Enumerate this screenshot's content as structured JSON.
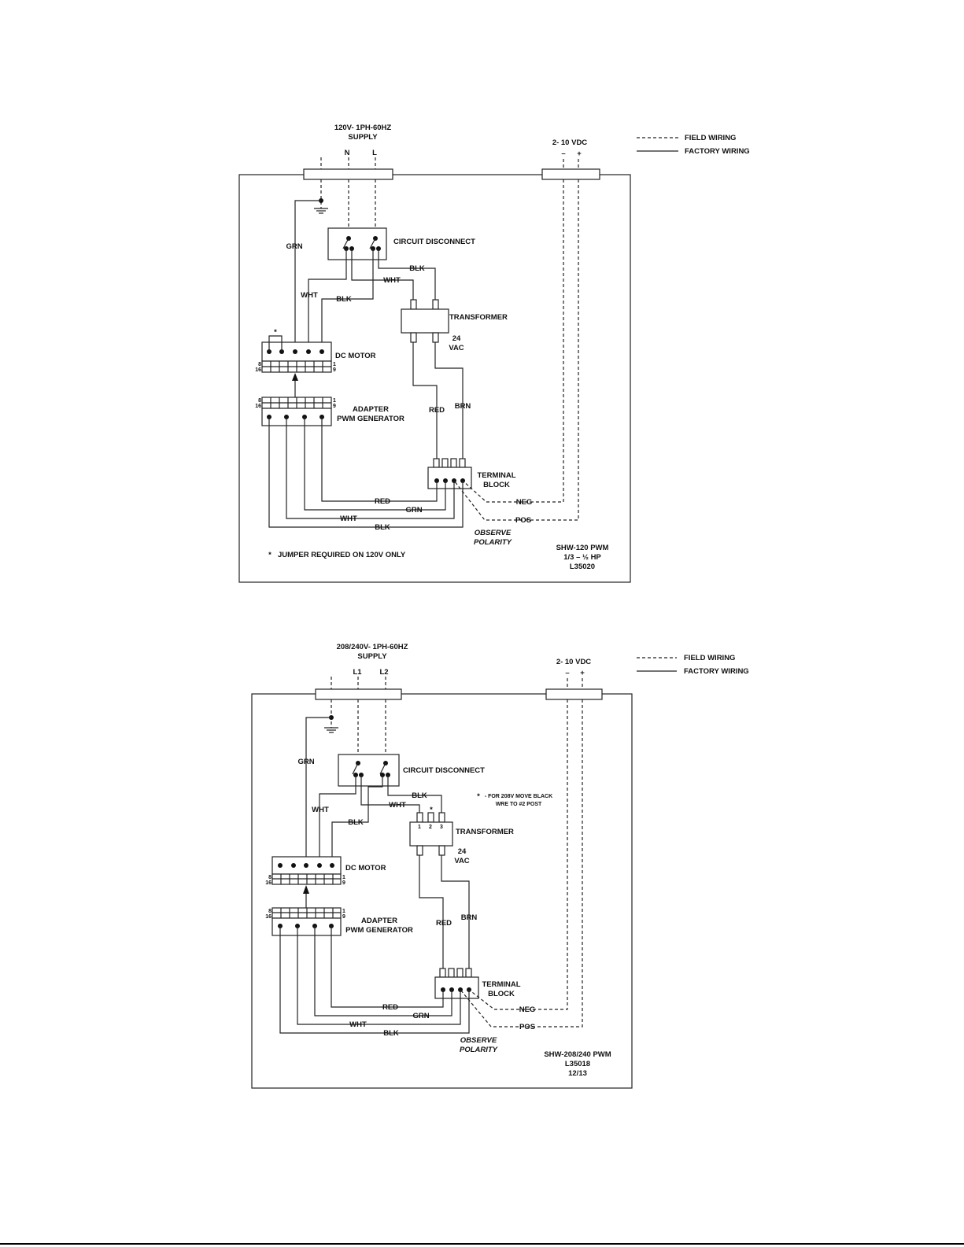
{
  "legend": {
    "field": "FIELD WIRING",
    "factory": "FACTORY WIRING"
  },
  "d1": {
    "supply_line1": "120V- 1PH-60HZ",
    "supply_line2": "SUPPLY",
    "term_n": "N",
    "term_l": "L",
    "vdc": "2- 10 VDC",
    "minus": "–",
    "plus": "+",
    "circuit_disconnect": "CIRCUIT DISCONNECT",
    "transformer": "TRANSFORMER",
    "vac_1": "24",
    "vac_2": "VAC",
    "dc_motor": "DC MOTOR",
    "adapter_1": "ADAPTER",
    "adapter_2": "PWM GENERATOR",
    "terminal_1": "TERMINAL",
    "terminal_2": "BLOCK",
    "neg": "NEG",
    "pos": "POS",
    "observe_1": "OBSERVE",
    "observe_2": "POLARITY",
    "jumper_star": "*",
    "jumper_note": "JUMPER REQUIRED ON 120V ONLY",
    "model_1": "SHW-120 PWM",
    "model_2": "1/3 – ½ HP",
    "model_3": "L35020",
    "pin_8": "8",
    "pin_16": "16",
    "pin_1": "1",
    "pin_9": "9",
    "grn": "GRN",
    "wht": "WHT",
    "blk": "BLK",
    "red": "RED",
    "brn": "BRN"
  },
  "d2": {
    "supply_line1": "208/240V- 1PH-60HZ",
    "supply_line2": "SUPPLY",
    "term_l1": "L1",
    "term_l2": "L2",
    "vdc": "2- 10 VDC",
    "minus": "–",
    "plus": "+",
    "circuit_disconnect": "CIRCUIT DISCONNECT",
    "transformer": "TRANSFORMER",
    "tap_1": "1",
    "tap_2": "2",
    "tap_3": "3",
    "star": "*",
    "note_1": "- FOR 208V MOVE BLACK",
    "note_2": "WRE TO #2 POST",
    "vac_1": "24",
    "vac_2": "VAC",
    "dc_motor": "DC MOTOR",
    "adapter_1": "ADAPTER",
    "adapter_2": "PWM GENERATOR",
    "terminal_1": "TERMINAL",
    "terminal_2": "BLOCK",
    "neg": "NEG",
    "pos": "POS",
    "observe_1": "OBSERVE",
    "observe_2": "POLARITY",
    "model_1": "SHW-208/240 PWM",
    "model_2": "L35018",
    "model_3": "12/13",
    "pin_8": "8",
    "pin_16": "16",
    "pin_1": "1",
    "pin_9": "9",
    "grn": "GRN",
    "wht": "WHT",
    "blk": "BLK",
    "red": "RED",
    "brn": "BRN"
  }
}
